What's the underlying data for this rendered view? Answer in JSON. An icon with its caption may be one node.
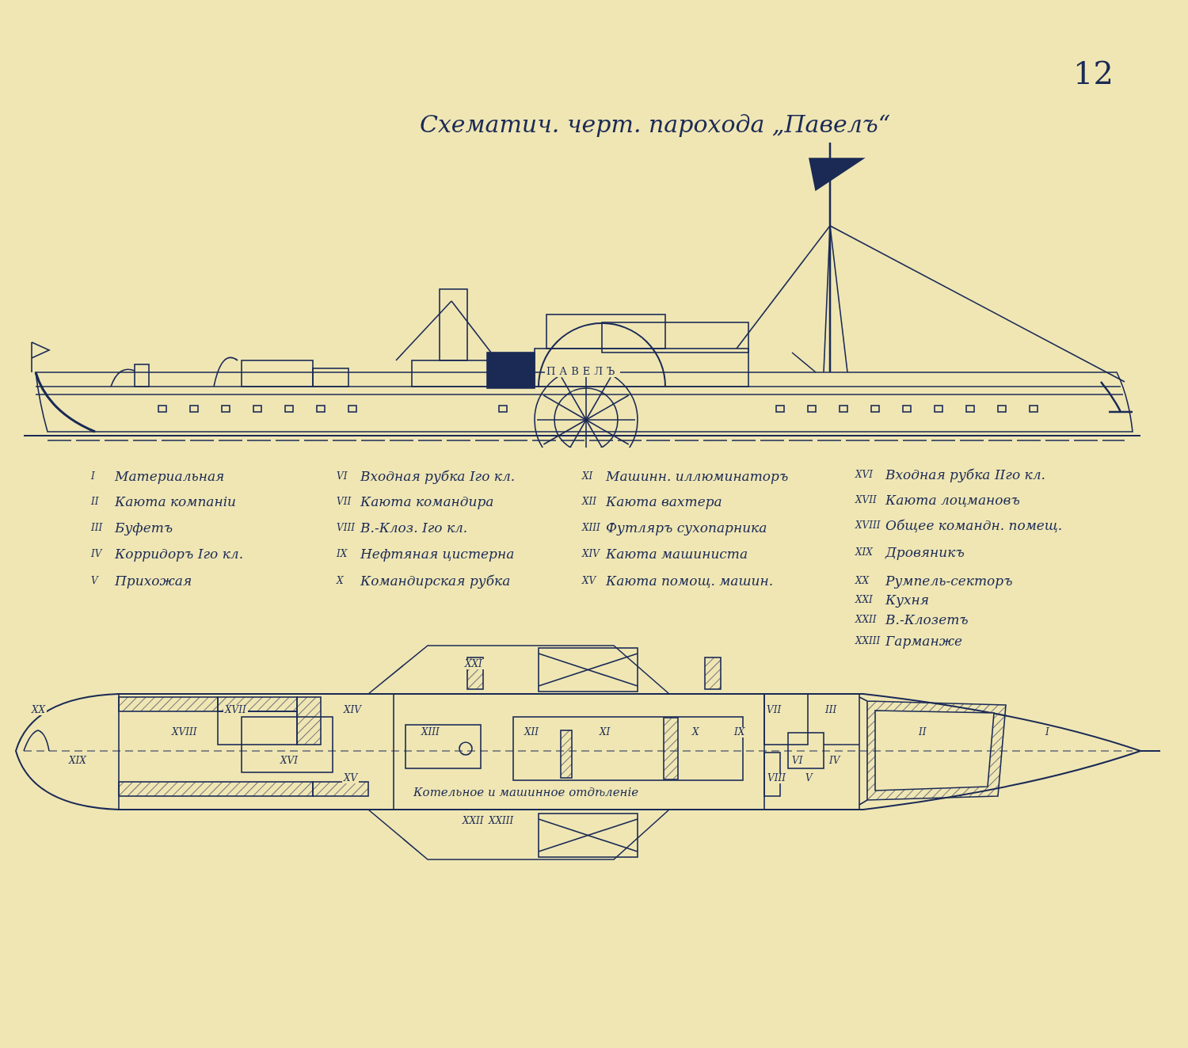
{
  "diagram": {
    "title": "Схематич. черт. парохода „Павелъ“",
    "labels": [
      "12",
      "ПАВЕЛЪ",
      "I",
      "Материальная",
      "II",
      "Каюта компаніи",
      "III",
      "Буфетъ",
      "IV",
      "Корридоръ Iго кл.",
      "V",
      "Прихожая",
      "VI",
      "Входная рубка Iго кл.",
      "VII",
      "Каюта командира",
      "VIII",
      "В.-Клоз. Iго кл.",
      "IX",
      "Нефтяная цистерна",
      "X",
      "Командирская рубка",
      "XI",
      "Машинн. иллюминаторъ",
      "XII",
      "Каюта вахтера",
      "XIII",
      "Футляръ сухопарника",
      "XIV",
      "Каюта машиниста",
      "XV",
      "Каюта помощ. машин.",
      "XVI",
      "Входная рубка IIго кл.",
      "XVII",
      "Каюта лоцмановъ",
      "XVIII",
      "Общее командн. помещ.",
      "XIX",
      "Дровяникъ",
      "XX",
      "Румпель-секторъ",
      "XXI",
      "Кухня",
      "XXII",
      "В.-Клозетъ",
      "XXIII",
      "Гарманже",
      "XXI",
      "XX",
      "XVII",
      "XIV",
      "VII",
      "III",
      "XVIII",
      "XIII",
      "XII",
      "XI",
      "X",
      "IX",
      "II",
      "I",
      "XIX",
      "XVI",
      "VI",
      "IV",
      "XV",
      "VIII",
      "V",
      "Котельное и машинное отдѣленіе",
      "XXII",
      "XXIII"
    ]
  }
}
